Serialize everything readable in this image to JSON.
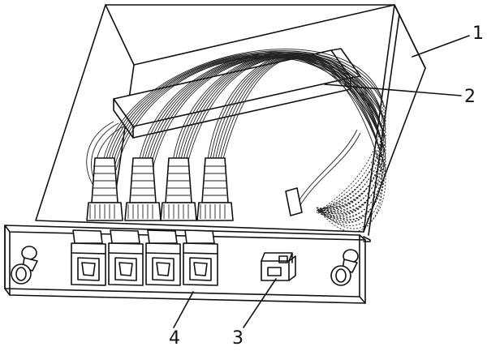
{
  "labels": {
    "label_1": "1",
    "label_2": "2",
    "label_3": "3",
    "label_4": "4"
  }
}
